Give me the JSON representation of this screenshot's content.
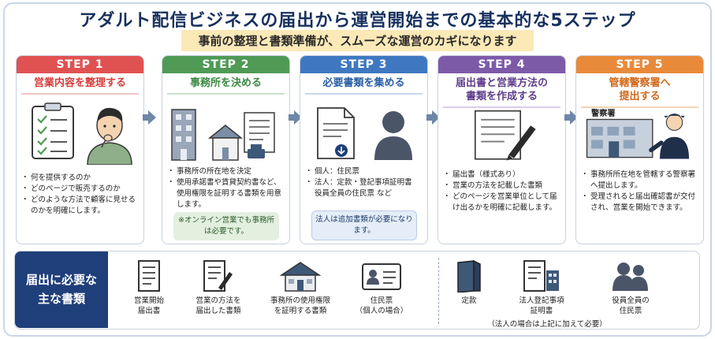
{
  "title": "アダルト配信ビジネスの届出から運営開始までの基本的な5ステップ",
  "subtitle": "事前の整理と書類準備が、スムーズな運営のカギになります",
  "colors": {
    "step1": "#e05252",
    "step2": "#4f9a55",
    "step3": "#3f78c0",
    "step4": "#7d5aa8",
    "step5": "#e88a3a",
    "navy": "#1f3f7a"
  },
  "steps": [
    {
      "head": "STEP 1",
      "title_line1": "営業内容を整理する",
      "title_line2": "",
      "icon": "clipboard-checklist-thinking-person",
      "bullets": [
        "何を提供するのか",
        "どのページで販売するのか",
        "どのような方法で顧客に見せるのかを明確にします。"
      ]
    },
    {
      "head": "STEP 2",
      "title_line1": "事務所を決める",
      "title_line2": "",
      "icon": "office-building-house-document",
      "bullets": [
        "事務所の所在地を決定",
        "使用承諾書や賃貸契約書など、使用権限を証明する書類を用意します。"
      ],
      "note": "※オンライン営業でも事務所は必要です。"
    },
    {
      "head": "STEP 3",
      "title_line1": "必要書類を集める",
      "title_line2": "",
      "icon": "document-person",
      "bullets": [
        "個人：住民票",
        "法人：定款・登記事項証明書　役員全員の住民票 など"
      ],
      "note": "法人は追加書類が必要になります。"
    },
    {
      "head": "STEP 4",
      "title_line1": "届出書と営業方法の",
      "title_line2": "書類を作成する",
      "icon": "document-pen",
      "bullets": [
        "届出書（様式あり）",
        "営業の方法を記載した書類",
        "どのページを営業単位として届け出るかを明確に記載します。"
      ]
    },
    {
      "head": "STEP 5",
      "title_line1": "管轄警察署へ",
      "title_line2": "提出する",
      "icon": "police-station-officer",
      "station_sign": "警察署",
      "bullets": [
        "事務所所在地を管轄する警察署へ提出します。",
        "受理されると届出確認書が交付され、営業を開始できます。"
      ]
    }
  ],
  "required_docs": {
    "label_line1": "届出に必要な",
    "label_line2": "主な書類",
    "items": [
      {
        "line1": "営業開始",
        "line2": "届出書",
        "icon": "form-icon"
      },
      {
        "line1": "営業の方法を",
        "line2": "届出した書類",
        "icon": "document-pen-icon"
      },
      {
        "line1": "事務所の使用権限",
        "line2": "を証明する書類",
        "icon": "house-icon"
      },
      {
        "line1": "住民票",
        "line2": "（個人の場合）",
        "icon": "id-card-icon"
      }
    ],
    "corp_items": [
      {
        "line1": "定款",
        "line2": "",
        "icon": "binder-icon"
      },
      {
        "line1": "法人登記事項",
        "line2": "証明書",
        "icon": "building-document-icon"
      },
      {
        "line1": "役員全員の",
        "line2": "住民票",
        "icon": "people-icon"
      }
    ],
    "corp_note": "（法人の場合は上記に加えて必要）"
  }
}
